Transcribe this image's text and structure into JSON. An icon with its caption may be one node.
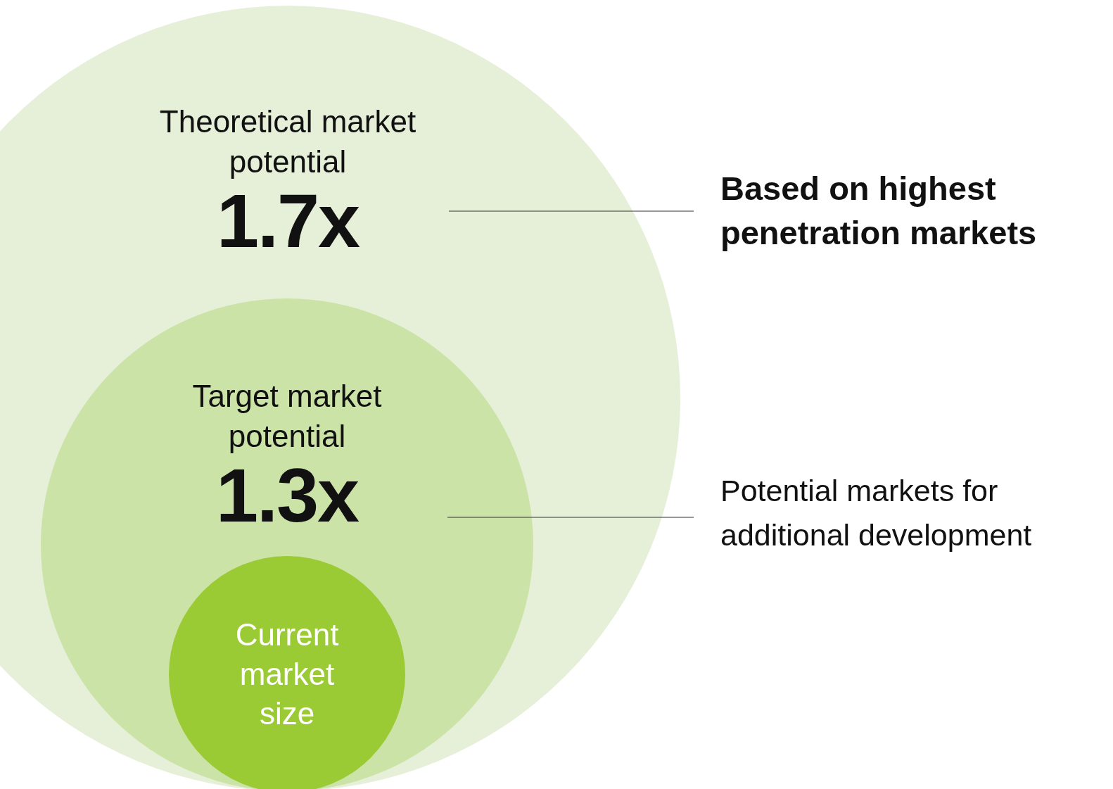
{
  "diagram": {
    "nodes": [
      {
        "text": [
          "Theoretical market potential",
          "1.7x"
        ]
      },
      {
        "text": [
          "Target market potential",
          "1.3x"
        ],
        "in": 0
      },
      {
        "text": [
          "Current market size"
        ],
        "in": 1
      },
      {
        "text": [
          "Based on highest penetration markets"
        ]
      },
      {
        "text": [
          "Potential markets for additional development"
        ]
      }
    ],
    "edges": [
      {
        "from": 3,
        "to": 0,
        "arrow": "none"
      },
      {
        "from": 4,
        "to": 1,
        "arrow": "none"
      }
    ]
  }
}
